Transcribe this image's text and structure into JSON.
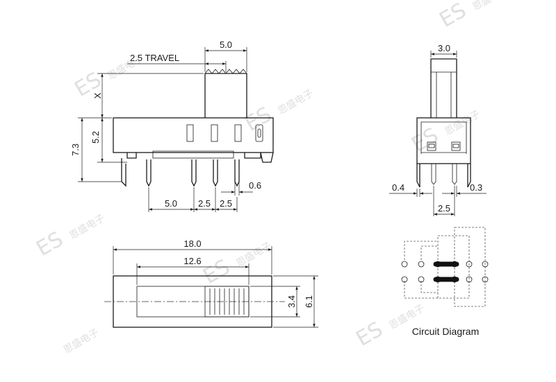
{
  "watermark": {
    "logo": "ES",
    "brand": "恩盛电子"
  },
  "side_view": {
    "dim_slider_width": "5.0",
    "dim_travel": "2.5 TRAVEL",
    "dim_actuator_height": "X",
    "dim_total_height": "7.3",
    "dim_body_height": "5.2",
    "dim_pin_width": "0.6",
    "dim_pitch_outer": "5.0",
    "dim_pitch_1": "2.5",
    "dim_pitch_2": "2.5"
  },
  "end_view": {
    "dim_actuator_width": "3.0",
    "dim_lead_left": "0.4",
    "dim_lead_right": "0.3",
    "dim_pitch": "2.5"
  },
  "top_view": {
    "dim_total_length": "18.0",
    "dim_slot_length": "12.6",
    "dim_slot_width": "3.4",
    "dim_body_width": "6.1"
  },
  "circuit": {
    "caption": "Circuit Diagram"
  }
}
